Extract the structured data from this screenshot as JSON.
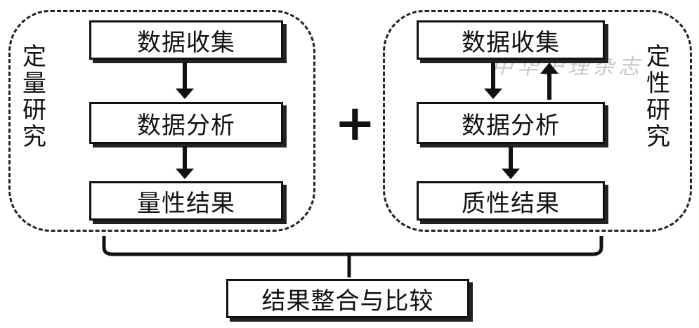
{
  "quantitative": {
    "label_chars": [
      "定",
      "量",
      "研",
      "究"
    ],
    "steps": [
      "数据收集",
      "数据分析",
      "量性结果"
    ]
  },
  "qualitative": {
    "label_chars": [
      "定",
      "性",
      "研",
      "究"
    ],
    "steps": [
      "数据收集",
      "数据分析",
      "质性结果"
    ]
  },
  "plus_symbol": "+",
  "integration_label": "结果整合与比较",
  "watermark_text": "中华护理杂志"
}
